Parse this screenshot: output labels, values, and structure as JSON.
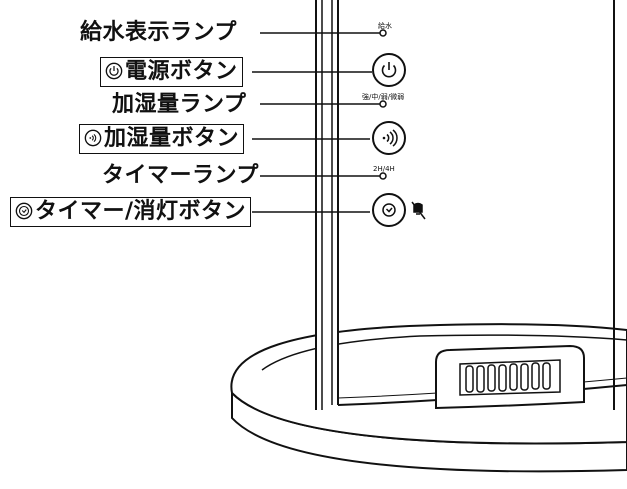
{
  "callouts": {
    "water_lamp": "給水表示ランプ",
    "power_button": "電源ボタン",
    "humidity_lamp": "加湿量ランプ",
    "humidity_button": "加湿量ボタン",
    "timer_lamp": "タイマーランプ",
    "timer_button": "タイマー/消灯ボタン"
  },
  "device_labels": {
    "water": "給水",
    "humidity_levels": "強/中/弱/微弱",
    "timer_hours": "2H/4H"
  },
  "icons": {
    "power": "power-icon",
    "humidity": "humidity-wave-icon",
    "timer": "clock-icon",
    "light_off": "light-off-icon"
  },
  "colors": {
    "line": "#111111",
    "background": "#ffffff"
  }
}
